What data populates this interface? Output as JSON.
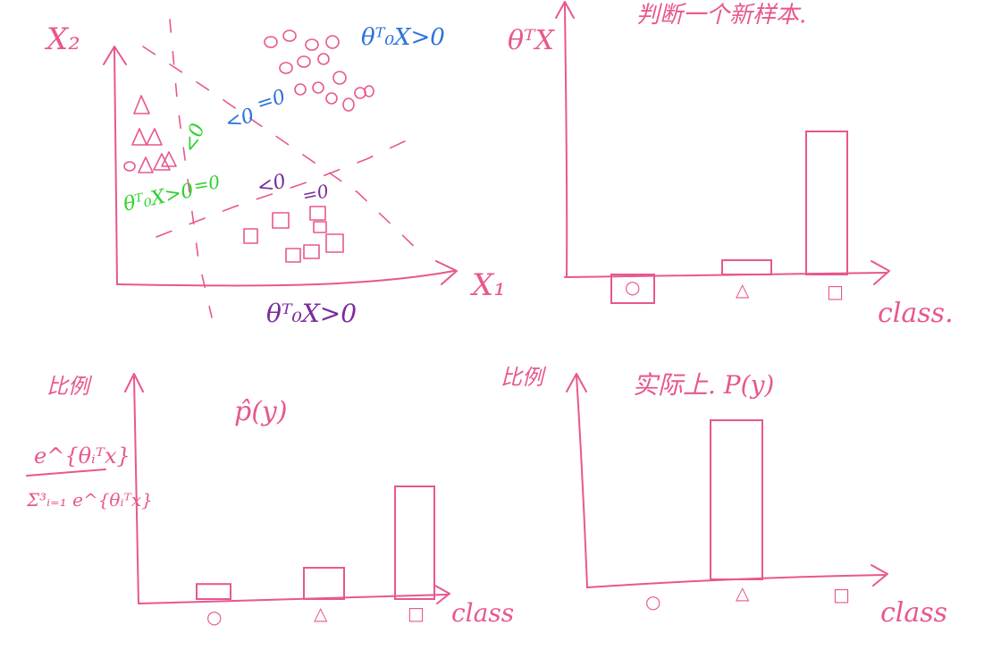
{
  "colors": {
    "ink": "#e8578f",
    "blue": "#2a73d9",
    "green": "#2fd12f",
    "purple": "#7a2b9c",
    "background": "#ffffff"
  },
  "scatter_panel": {
    "y_axis_label": "X₂",
    "x_axis_label": "X₁",
    "blue_boundary_label": "θᵀ₀X>0",
    "blue_lt_label": "<0",
    "blue_eq_label": "=0",
    "green_lt_label": "<0",
    "green_boundary_label": "θᵀ₀X>0",
    "green_eq_label": "=0",
    "purple_lt_label": "<0",
    "purple_eq_label": "=0",
    "purple_boundary_label": "θᵀ₀X>0"
  },
  "score_panel": {
    "y_axis_label": "θᵀX",
    "title": "判断一个新样本.",
    "x_axis_label": "class.",
    "tick_labels": [
      "○",
      "△",
      "□"
    ]
  },
  "softmax_panel": {
    "y_axis_label": "比例",
    "formula_numerator": "e^{θᵢᵀx}",
    "formula_denominator": "Σ³ᵢ₌₁ e^{θᵢᵀx}",
    "title": "p̂(y)",
    "x_axis_label": "class",
    "tick_labels": [
      "○",
      "△",
      "□"
    ]
  },
  "actual_panel": {
    "y_axis_label": "比例",
    "title": "实际上.  P(y)",
    "x_axis_label": "class",
    "tick_labels": [
      "○",
      "△",
      "□"
    ]
  },
  "chart_data": [
    {
      "type": "bar",
      "title": "判断一个新样本.",
      "xlabel": "class.",
      "ylabel": "θᵀX",
      "categories": [
        "○",
        "△",
        "□"
      ],
      "values": [
        -0.2,
        0.1,
        1.0
      ]
    },
    {
      "type": "bar",
      "title": "p̂(y)",
      "xlabel": "class",
      "ylabel": "比例",
      "categories": [
        "○",
        "△",
        "□"
      ],
      "values": [
        0.12,
        0.25,
        0.9
      ]
    },
    {
      "type": "bar",
      "title": "实际上.  P(y)",
      "xlabel": "class",
      "ylabel": "比例",
      "categories": [
        "○",
        "△",
        "□"
      ],
      "values": [
        0,
        1,
        0
      ]
    }
  ]
}
